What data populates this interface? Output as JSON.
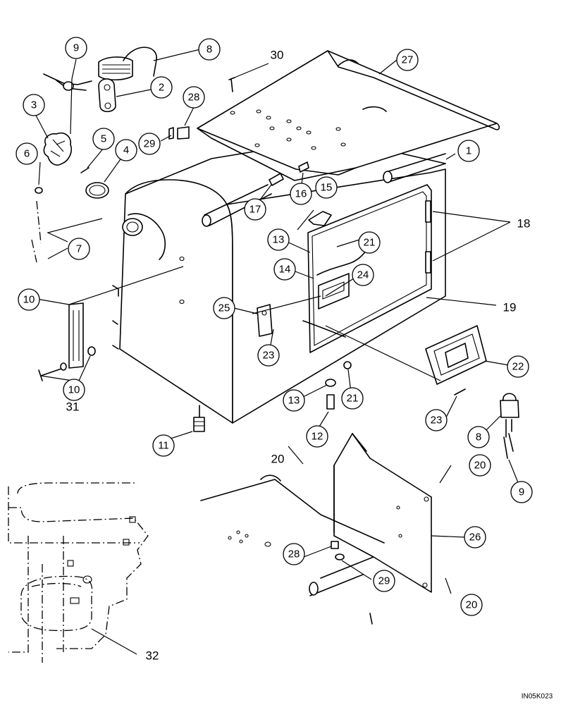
{
  "callouts": {
    "c1": "1",
    "c2": "2",
    "c3": "3",
    "c4": "4",
    "c5": "5",
    "c6": "6",
    "c7": "7",
    "c8a": "8",
    "c8b": "8",
    "c9a": "9",
    "c9b": "9",
    "c10a": "10",
    "c10b": "10",
    "c11": "11",
    "c12": "12",
    "c13a": "13",
    "c13b": "13",
    "c14": "14",
    "c15": "15",
    "c16": "16",
    "c17": "17",
    "c18": "18",
    "c19": "19",
    "c20a": "20",
    "c20b": "20",
    "c20c": "20",
    "c21a": "21",
    "c21b": "21",
    "c22": "22",
    "c23a": "23",
    "c23b": "23",
    "c24": "24",
    "c25": "25",
    "c26": "26",
    "c27": "27",
    "c28a": "28",
    "c28b": "28",
    "c29a": "29",
    "c29b": "29",
    "c30": "30",
    "c31": "31",
    "c32": "32"
  },
  "figure_code": "IN05K023"
}
